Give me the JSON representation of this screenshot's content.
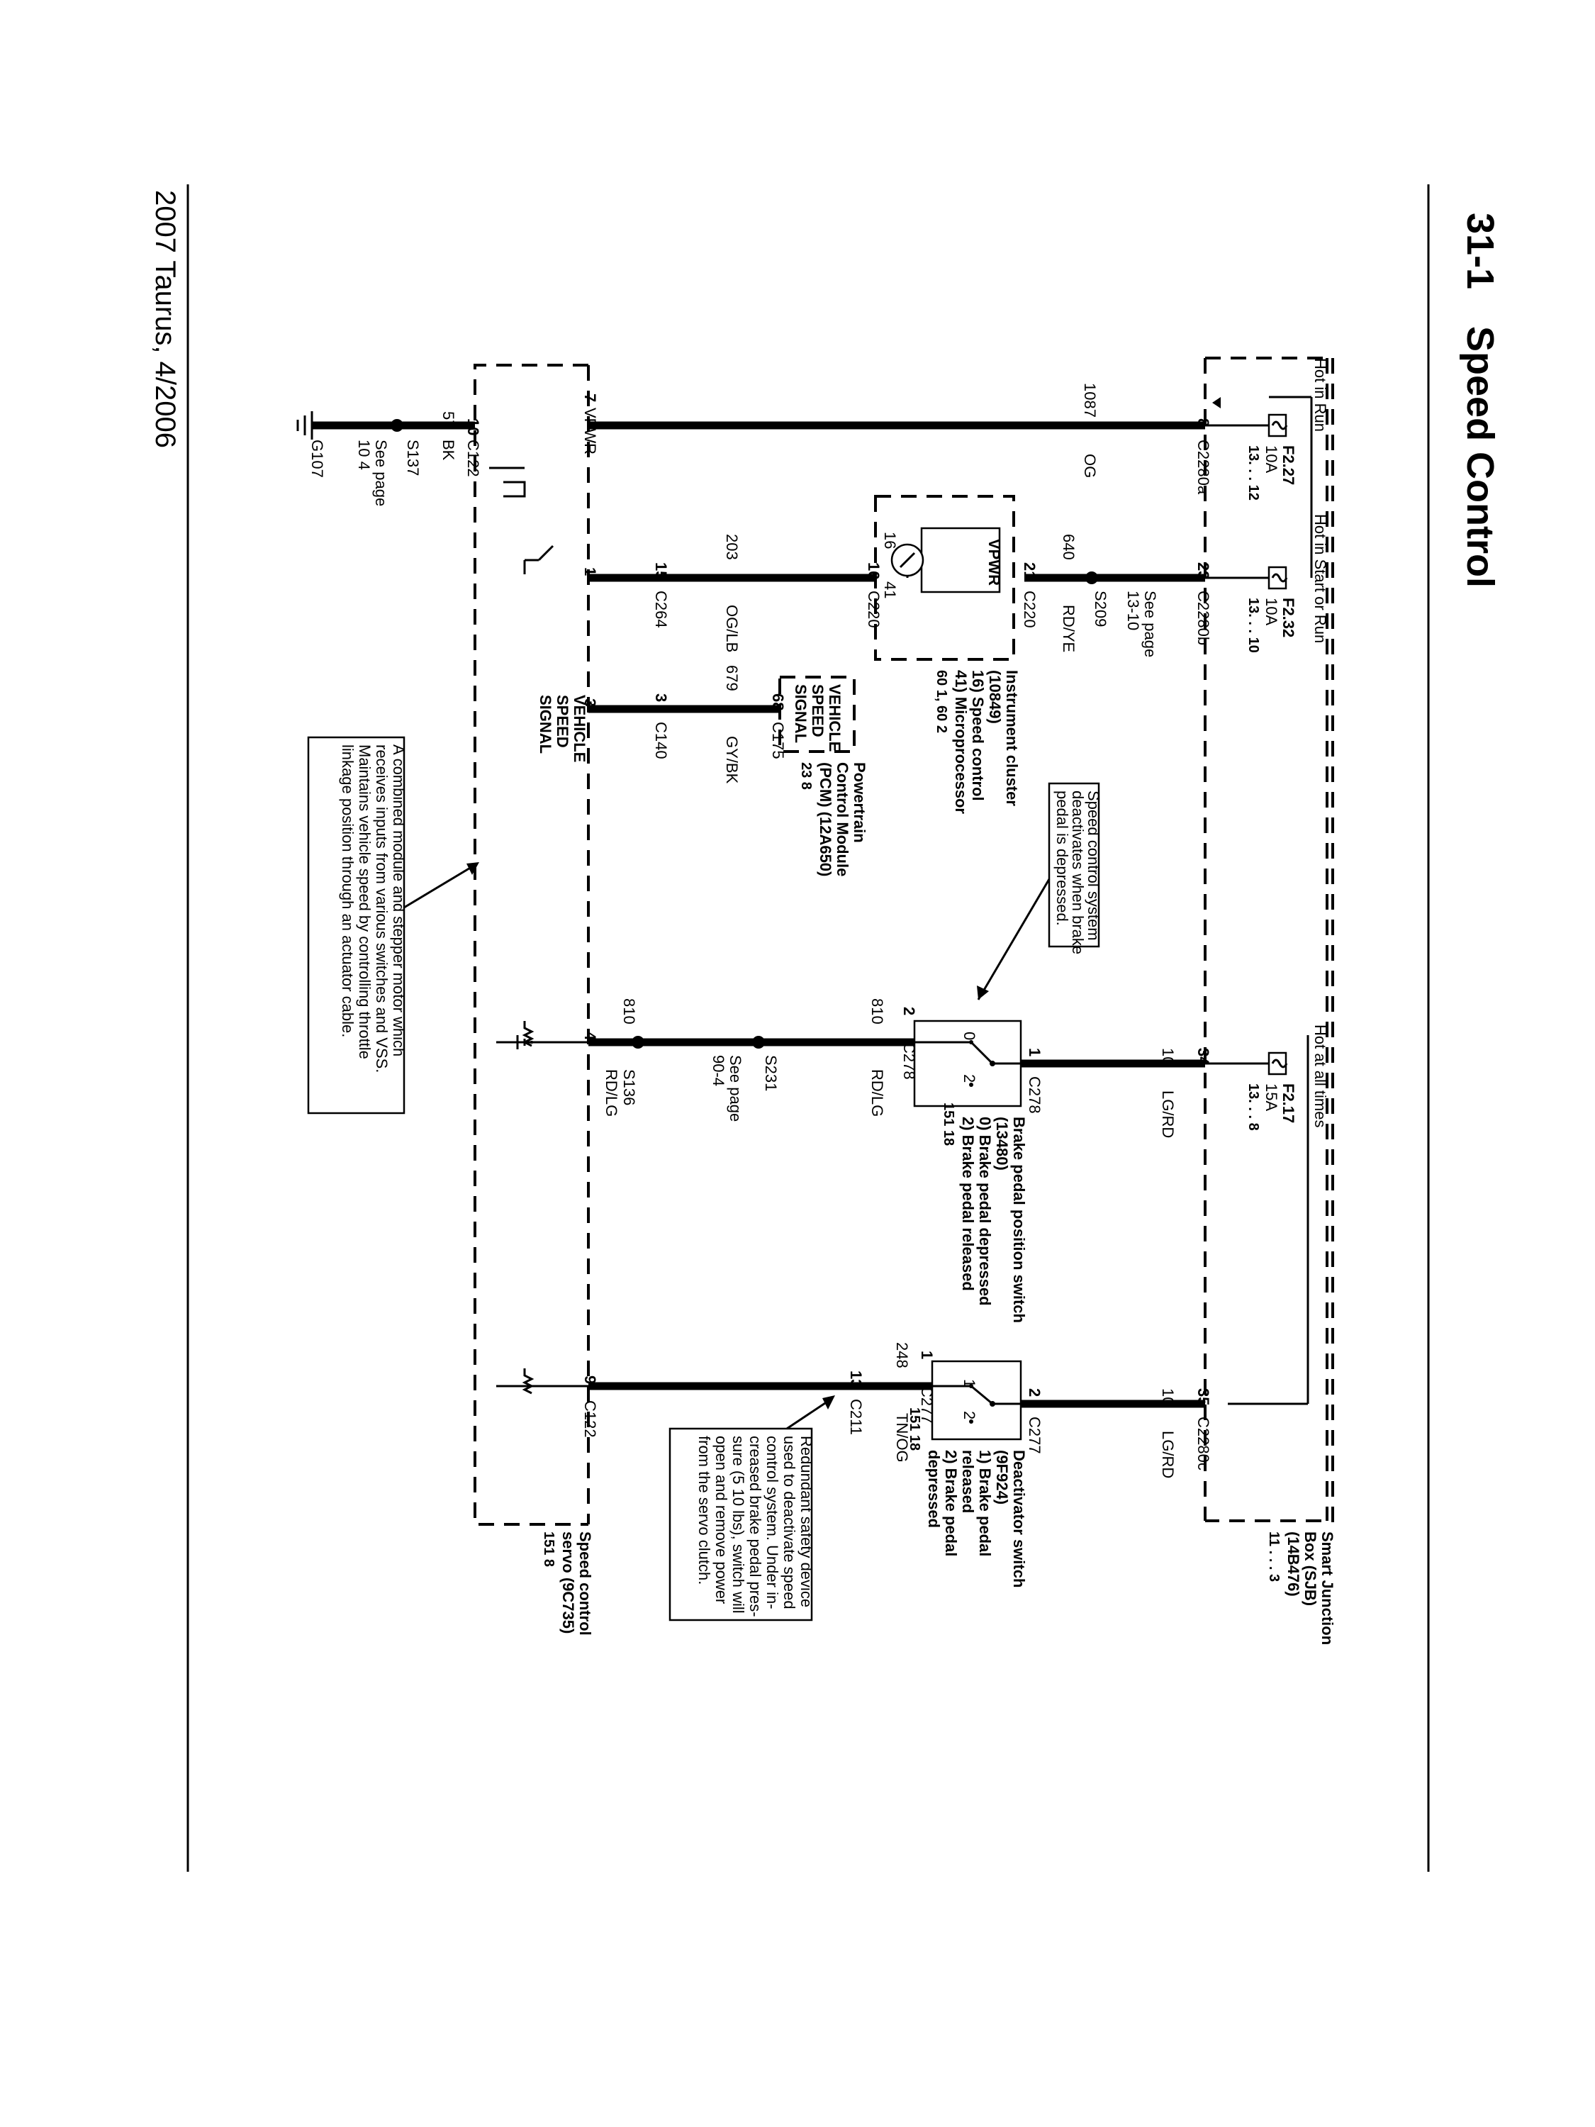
{
  "page": {
    "section": "31-1",
    "title": "Speed Control",
    "footer": "2007 Taurus, 4/2006"
  },
  "sjb": {
    "label": [
      "Smart Junction",
      "Box (SJB)",
      "(14B476)"
    ],
    "refs": "11  .  .  .  3",
    "hot_run": "Hot in Run",
    "hot_start_run": "Hot in Start or Run",
    "hot_all": "Hot at all times"
  },
  "fuses": [
    {
      "name": "F2.27",
      "amps": "10A",
      "refs": "13.  .  .  12"
    },
    {
      "name": "F2.32",
      "amps": "10A",
      "refs": "13.  .  .  10"
    },
    {
      "name": "F2.17",
      "amps": "15A",
      "refs": "13.  .  .  8"
    }
  ],
  "circuit1": {
    "pin_top": "8",
    "connector_top": "C2280a",
    "circuit": "1087",
    "color": "OG",
    "pin_bottom": "7",
    "pin_bottom_label": "VPWR"
  },
  "circuit2": {
    "pin_top": "23",
    "connector_top": "C2280b",
    "see_page": [
      "See page",
      "13-10"
    ],
    "splice": "S209",
    "pin_ic": "21",
    "connector_ic": "C220",
    "circuit": "640",
    "color": "RD/YE",
    "ic_pin_left": "16",
    "ic_pin_right": "41",
    "ic_vpwr": "VPWR",
    "pin_ic_out": "16",
    "connector_ic_out": "C220",
    "circuit_out": "203",
    "color_out": "OG/LB",
    "pin_c264": "15",
    "connector_c264": "C264",
    "pin_module": "1"
  },
  "instrument_cluster": {
    "lines": [
      "Instrument cluster",
      "(10849)",
      "16) Speed control",
      "41) Microprocessor"
    ],
    "refs": "60   1, 60   2"
  },
  "pcm": {
    "signal": [
      "VEHICLE",
      "SPEED",
      "SIGNAL"
    ],
    "lines": [
      "Powertrain",
      "Control Module",
      "(PCM) (12A650)"
    ],
    "refs": "23   8",
    "pin": "68",
    "connector": "C175",
    "circuit": "679",
    "color": "GY/BK",
    "pin_c140": "3",
    "connector_c140": "C140",
    "pin_module": "3",
    "module_signal": [
      "VEHICLE",
      "SPEED",
      "SIGNAL"
    ]
  },
  "brake_switch": {
    "pin_top": "34",
    "circuit_top": "10",
    "color_top": "LG/RD",
    "pin_1": "1",
    "connector_1": "C278",
    "pin_2": "2",
    "connector_2": "C278",
    "positions": [
      "0",
      "2"
    ],
    "lines": [
      "Brake pedal position switch",
      "(13480)",
      "0)  Brake pedal depressed",
      "2)  Brake pedal released"
    ],
    "refs": "151   18",
    "circuit": "810",
    "color": "RD/LG",
    "splice": "S231",
    "see_page": [
      "See page",
      "90-4"
    ],
    "circuit_bottom": "810",
    "splice_bottom": "S136",
    "color_bottom": "RD/LG",
    "pin_module": "4"
  },
  "deactivator": {
    "pin_top": "35",
    "connector_top": "C2280c",
    "circuit_top": "10",
    "color_top": "LG/RD",
    "pin_2": "2",
    "connector_2": "C277",
    "pin_1": "1",
    "connector_1": "C277",
    "positions": [
      "1",
      "2"
    ],
    "lines": [
      "Deactivator switch",
      "(9F924)",
      "1)  Brake pedal",
      "     released",
      "2)  Brake pedal",
      "     depressed"
    ],
    "refs": "151   18",
    "circuit": "248",
    "color": "TN/OG",
    "pin_c211": "13",
    "connector_c211": "C211",
    "pin_module": "9",
    "connector_module": "C122"
  },
  "servo": {
    "lines": [
      "Speed control",
      "servo (9C735)"
    ],
    "refs": "151   8",
    "pin_ground": "10",
    "connector_ground": "C122",
    "circuit_ground": "57",
    "color_ground": "BK",
    "splice": "S137",
    "see_page": [
      "See page",
      "10   4"
    ],
    "ground": "G107"
  },
  "notes": {
    "brake": [
      "Speed control system",
      "deactivates when brake",
      "pedal is depressed."
    ],
    "redundant": [
      "Redundant safety device",
      "used to deactivate speed",
      "control system. Under in-",
      "creased brake pedal pres-",
      "sure (5          10 lbs), switch will",
      "open and remove power",
      "from the servo clutch."
    ],
    "module": [
      "A combined module and stepper motor which",
      "receives inputs from various switches and VSS.",
      "Maintains vehicle speed by controlling throttle",
      "linkage position through an actuator cable."
    ]
  }
}
